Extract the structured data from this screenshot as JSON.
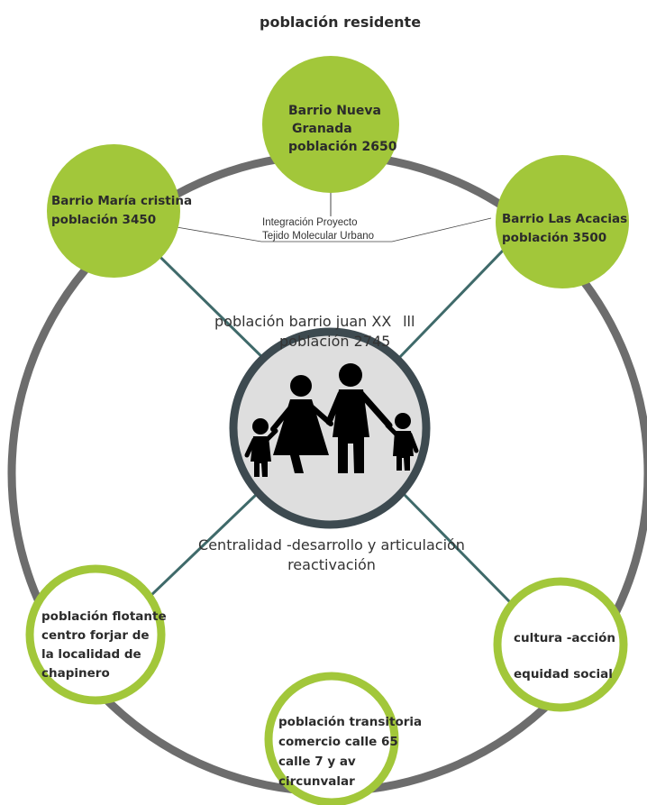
{
  "diagram": {
    "title": "población residente",
    "top_node": {
      "line1": "Barrio Nueva",
      "line2": "Granada",
      "line3": "población 2650"
    },
    "left_node": {
      "line1": "Barrio María cristina",
      "line2": "población 3450"
    },
    "right_node": {
      "line1": "Barrio Las Acacias",
      "line2": "población 3500"
    },
    "integration": {
      "line1": "Integración Proyecto",
      "line2": "Tejido Molecular Urbano"
    },
    "center": {
      "line1": "población barrio juan XXlll",
      "line2": "población 2745",
      "icon": "family-icon",
      "caption1": "Centralidad -desarrollo y articulación",
      "caption2": "reactivación"
    },
    "bottom_left_node": {
      "line1": "población  flotante",
      "line2": "centro forjar de",
      "line3": "la localidad de",
      "line4": "chapinero"
    },
    "bottom_node": {
      "line1": "población transitoria",
      "line2": "comercio  calle 65",
      "line3": "calle 7 y av",
      "line4": "circunvalar"
    },
    "bottom_right_node": {
      "line1": "cultura -acción",
      "line2": "equidad social"
    },
    "colors": {
      "green": "#a2c73a",
      "ring": "#6d6d6d",
      "spoke": "#3f6a6a",
      "center_fill": "#dedede",
      "center_ring": "#3d4a50"
    }
  }
}
